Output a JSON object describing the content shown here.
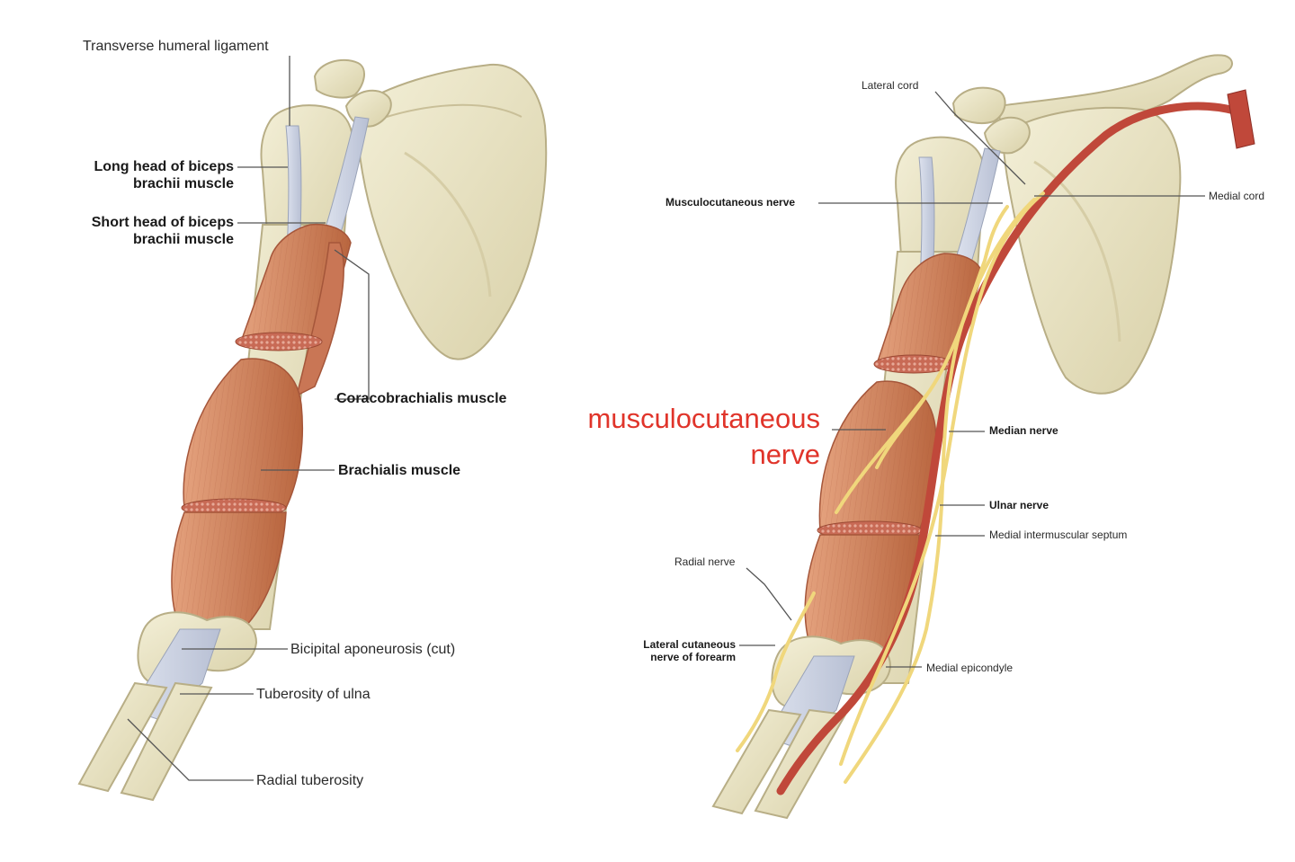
{
  "left_panel": {
    "labels": {
      "transverse_humeral_ligament": "Transverse humeral ligament",
      "long_head_biceps_l1": "Long head of biceps",
      "long_head_biceps_l2": "brachii muscle",
      "short_head_biceps_l1": "Short head of biceps",
      "short_head_biceps_l2": "brachii muscle",
      "coracobrachialis": "Coracobrachialis muscle",
      "brachialis": "Brachialis muscle",
      "bicipital_aponeurosis": "Bicipital aponeurosis (cut)",
      "tuberosity_ulna": "Tuberosity of ulna",
      "radial_tuberosity": "Radial tuberosity"
    }
  },
  "right_panel": {
    "labels": {
      "lateral_cord": "Lateral cord",
      "musculocutaneous_nerve": "Musculocutaneous nerve",
      "medial_cord": "Medial cord",
      "median_nerve": "Median nerve",
      "ulnar_nerve": "Ulnar nerve",
      "medial_intermuscular_septum": "Medial intermuscular septum",
      "radial_nerve": "Radial nerve",
      "lateral_cutaneous_l1": "Lateral cutaneous",
      "lateral_cutaneous_l2": "nerve of forearm",
      "medial_epicondyle": "Medial epicondyle"
    },
    "highlight": {
      "line1": "musculocutaneous",
      "line2": "nerve",
      "color": "#e0342a"
    }
  },
  "colors": {
    "bone": "#e9e4c6",
    "bone_edge": "#b8ae86",
    "muscle": "#cf8560",
    "muscle_dark": "#b5603d",
    "tendon": "#c9d0e0",
    "nerve": "#f0d77c",
    "artery": "#c0483a"
  }
}
